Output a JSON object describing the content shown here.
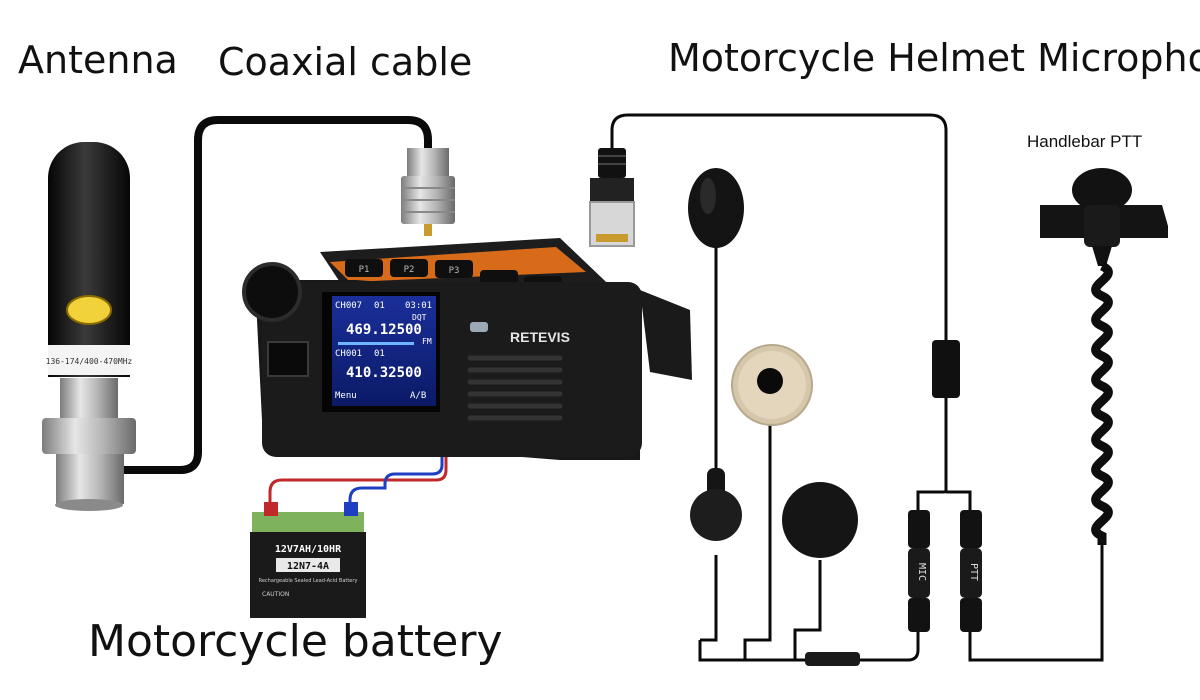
{
  "labels": {
    "antenna": "Antenna",
    "coaxial_cable": "Coaxial cable",
    "helmet_microphone": "Motorcycle Helmet Microphone",
    "handlebar_ptt": "Handlebar PTT",
    "motorcycle_battery": "Motorcycle battery"
  },
  "antenna": {
    "print": "136-174/400-470MHz"
  },
  "radio": {
    "brand": "RETEVIS",
    "buttons": [
      "P1",
      "P2",
      "P3"
    ],
    "screen": {
      "ch1_name": "CH007",
      "ch1_slot": "01",
      "time": "03:01",
      "ch1_mode": "DQT",
      "ch1_freq": "469.12500",
      "ch1_unit": "FM",
      "ch2_name": "CH001",
      "ch2_slot": "01",
      "ch2_freq": "410.32500",
      "menu": "Menu",
      "ab": "A/B"
    }
  },
  "battery": {
    "spec": "12V7AH/10HR",
    "model": "12N7-4A",
    "subtitle": "Rechargeable Sealed Lead-Acid Battery",
    "caution": "CAUTION"
  },
  "mic_kit": {
    "mic_plug_label": "MIC",
    "ptt_plug_label": "PTT"
  }
}
